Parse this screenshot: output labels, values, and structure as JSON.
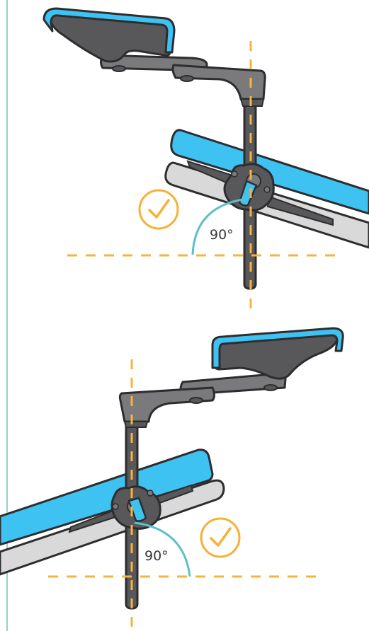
{
  "panels": [
    {
      "angle_label": "90°",
      "check": "correct-mark"
    },
    {
      "angle_label": "90°",
      "check": "correct-mark"
    }
  ],
  "colors": {
    "blue": "#3ec2f1",
    "dark_gray": "#58585a",
    "medium_gray": "#7a7a7c",
    "light_gray": "#d9d9d9",
    "outline": "#2d2d2f",
    "guide_orange": "#f5b340",
    "check_orange": "#f7b135",
    "angle_teal": "#5fc0c8",
    "left_rule": "#8fd3d3"
  }
}
